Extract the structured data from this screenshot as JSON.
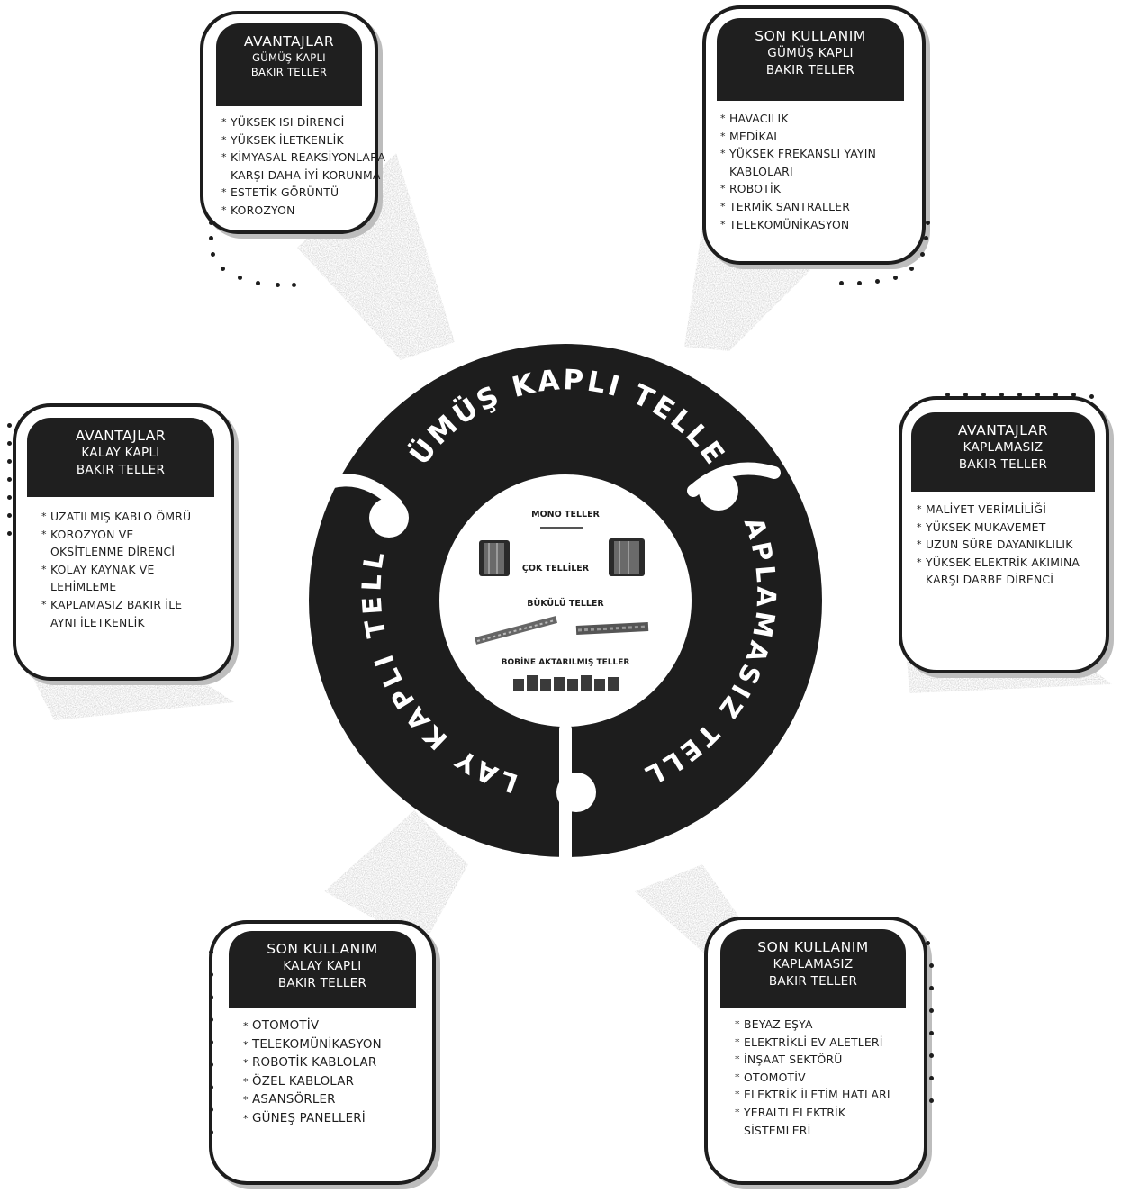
{
  "cards": {
    "silver_advantages": {
      "title": "AVANTAJLAR",
      "subtitle": [
        "GÜMÜŞ KAPLI",
        "BAKIR TELLER"
      ],
      "items": [
        "YÜKSEK ISI DİRENCİ",
        "YÜKSEK İLETKENLİK",
        "KİMYASAL REAKSİYONLARA",
        "KARŞI DAHA İYİ KORUNMA",
        "ESTETİK GÖRÜNTÜ",
        "KOROZYON"
      ]
    },
    "silver_enduse": {
      "title": "SON KULLANIM",
      "subtitle": [
        "GÜMÜŞ KAPLI",
        "BAKIR TELLER"
      ],
      "items": [
        "HAVACILIK",
        "MEDİKAL",
        "YÜKSEK FREKANSLI YAYIN",
        "KABLOLARI",
        "ROBOTİK",
        "TERMİK SANTRALLER",
        "TELEKOMÜNİKASYON"
      ]
    },
    "tin_advantages": {
      "title": "AVANTAJLAR",
      "subtitle": [
        "KALAY KAPLI",
        "BAKIR TELLER"
      ],
      "items": [
        "UZATILMIŞ KABLO ÖMRÜ",
        "KOROZYON VE",
        "OKSİTLENME DİRENCİ",
        "KOLAY KAYNAK VE",
        "LEHİMLEME",
        "KAPLAMASIZ BAKIR İLE",
        "AYNI İLETKENLİK"
      ]
    },
    "bare_advantages": {
      "title": "AVANTAJLAR",
      "subtitle": [
        "KAPLAMASIZ",
        "BAKIR TELLER"
      ],
      "items": [
        "MALİYET VERİMLİLİĞİ",
        "YÜKSEK MUKAVEMET",
        "UZUN SÜRE DAYANIKLILIK",
        "YÜKSEK ELEKTRİK AKIMINA",
        "KARŞI DARBE DİRENCİ"
      ]
    },
    "tin_enduse": {
      "title": "SON KULLANIM",
      "subtitle": [
        "KALAY KAPLI",
        "BAKIR TELLER"
      ],
      "items": [
        "OTOMOTİV",
        "TELEKOMÜNİKASYON",
        "ROBOTİK KABLOLAR",
        "ÖZEL KABLOLAR",
        "ASANSÖRLER",
        "GÜNEŞ PANELLERİ"
      ]
    },
    "bare_enduse": {
      "title": "SON KULLANIM",
      "subtitle": [
        "KAPLAMASIZ",
        "BAKIR TELLER"
      ],
      "items": [
        "BEYAZ EŞYA",
        "ELEKTRİKLİ EV ALETLERİ",
        "İNŞAAT SEKTÖRÜ",
        "OTOMOTİV",
        "ELEKTRİK İLETİM HATLARI",
        "YERALTI ELEKTRİK",
        "SİSTEMLERİ"
      ]
    }
  },
  "ring": {
    "top": "GÜMÜŞ KAPLI TELLER",
    "right": "KAPLAMASIZ TELLER",
    "left": "KALAY KAPLI TELLER"
  },
  "center": {
    "mono": "MONO TELLER",
    "multi": "ÇOK TELLİLER",
    "twisted": "BÜKÜLÜ TELLER",
    "bobbin": "BOBİNE AKTARILMIŞ TELLER"
  },
  "colors": {
    "dark": "#1d1d1d",
    "white": "#ffffff",
    "shade": "#b8b8b8"
  }
}
